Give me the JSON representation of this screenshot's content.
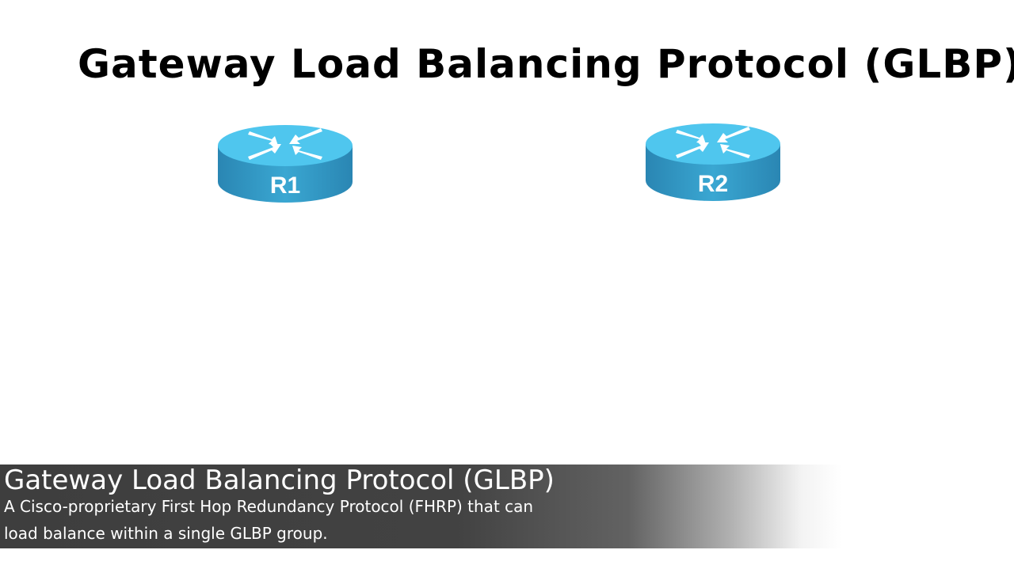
{
  "slide": {
    "title": "Gateway Load Balancing Protocol (GLBP)"
  },
  "routers": [
    {
      "label": "R1",
      "icon": "router-icon"
    },
    {
      "label": "R2",
      "icon": "router-icon"
    }
  ],
  "caption": {
    "heading": "Gateway Load Balancing Protocol (GLBP)",
    "description_lines": [
      "A Cisco-proprietary First Hop Redundancy Protocol (FHRP) that can",
      "load balance within a single GLBP group."
    ]
  },
  "colors": {
    "router_top": "#4cc3ea",
    "router_side": "#2a8fbd",
    "caption_bg": "#424242",
    "title": "#000000"
  }
}
